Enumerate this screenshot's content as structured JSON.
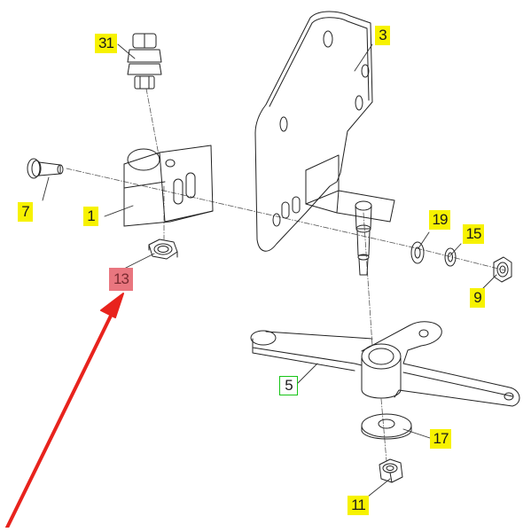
{
  "labels": {
    "p1": "1",
    "p3": "3",
    "p5": "5",
    "p7": "7",
    "p9": "9",
    "p11": "11",
    "p13": "13",
    "p15": "15",
    "p17": "17",
    "p19": "19",
    "p31": "31"
  },
  "colors": {
    "callout_fill": "#f7f200",
    "selected_fill": "#e9767f",
    "outline_callout": "#17c417",
    "arrow": "#e8231d",
    "line": "#222222"
  }
}
